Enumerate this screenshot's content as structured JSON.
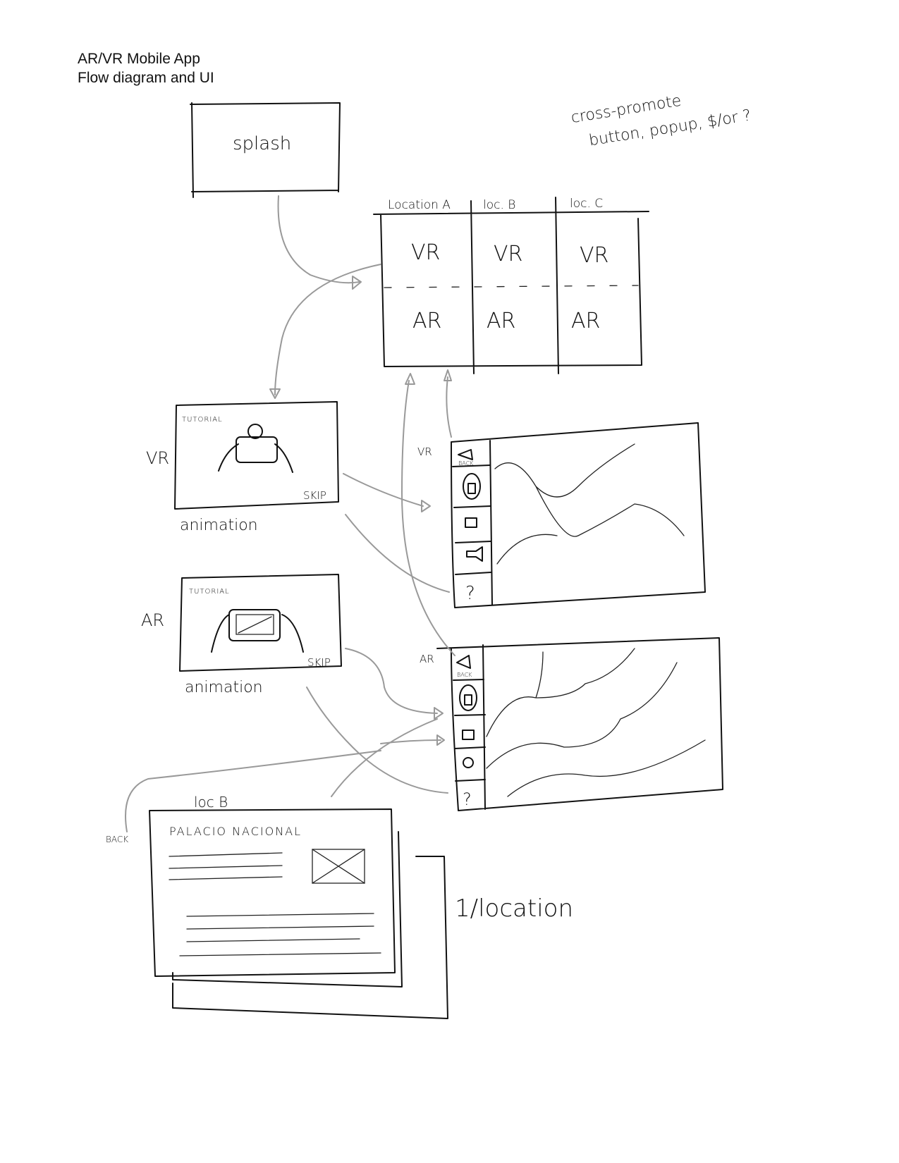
{
  "header": {
    "title_line1": "AR/VR Mobile App",
    "title_line2": "Flow diagram and UI"
  },
  "note": {
    "line1": "cross-promote",
    "line2": "button, popup, $/or ?"
  },
  "splash": {
    "label": "splash"
  },
  "location_grid": {
    "columns": [
      "Location A",
      "loc. B",
      "loc. C"
    ],
    "vr": [
      "VR",
      "VR",
      "VR"
    ],
    "ar": [
      "AR",
      "AR",
      "AR"
    ]
  },
  "vr_tutorial": {
    "side_label": "VR",
    "heading": "TUTORIAL",
    "skip": "SKIP",
    "caption": "animation"
  },
  "ar_tutorial": {
    "side_label": "AR",
    "heading": "TUTORIAL",
    "skip": "SKIP",
    "caption": "animation"
  },
  "vr_screen": {
    "label": "VR",
    "back": "BACK",
    "icons": [
      "back-icon",
      "info-icon",
      "camera-icon",
      "speaker-icon",
      "help-icon"
    ]
  },
  "ar_screen": {
    "label": "AR",
    "back": "BACK",
    "icons": [
      "back-icon",
      "info-icon",
      "camera-icon",
      "share-icon",
      "help-icon"
    ]
  },
  "location_page": {
    "label": "loc B",
    "back": "BACK",
    "heading": "PALACIO NACIONAL",
    "count_note": "1/location"
  }
}
